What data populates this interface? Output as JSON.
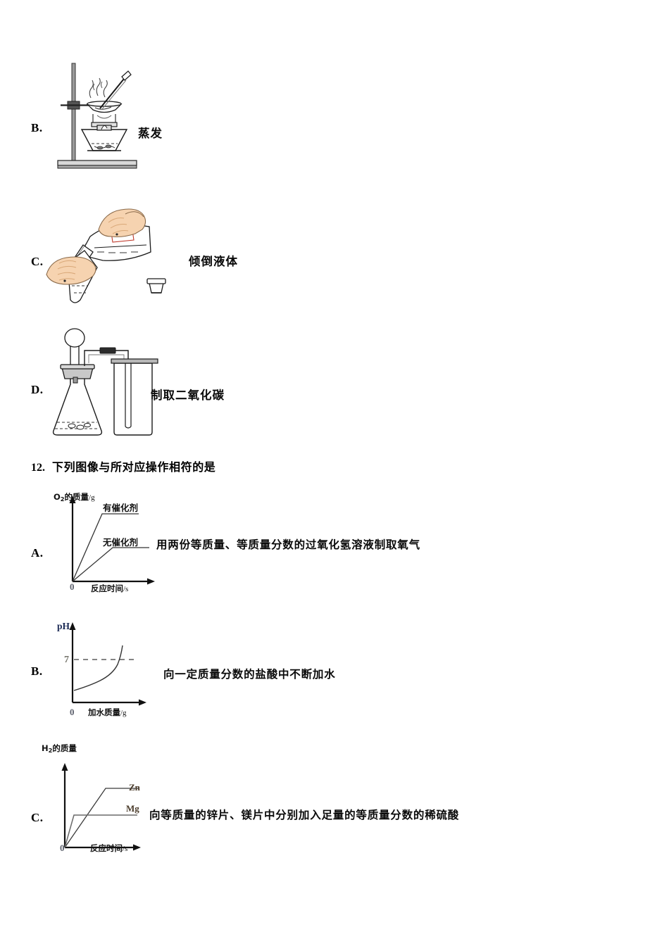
{
  "document": {
    "type": "chemistry-exam-page",
    "language": "zh-CN"
  },
  "apparatus_options": [
    {
      "letter": "B.",
      "caption": "蒸发",
      "icon": "evaporation-dish-on-stand-with-alcohol-lamp"
    },
    {
      "letter": "C.",
      "caption": "倾倒液体",
      "icon": "hands-pouring-liquid-into-test-tube"
    },
    {
      "letter": "D.",
      "caption": "制取二氧化碳",
      "icon": "kipp-generator-flask-and-gas-collection-bottle"
    }
  ],
  "question": {
    "number": "12.",
    "stem": "下列图像与所对应操作相符的是"
  },
  "graph_options": [
    {
      "letter": "A.",
      "description": "用两份等质量、等质量分数的过氧化氢溶液制取氧气"
    },
    {
      "letter": "B.",
      "description": "向一定质量分数的盐酸中不断加水"
    },
    {
      "letter": "C.",
      "description": "向等质量的锌片、镁片中分别加入足量的等质量分数的稀硫酸"
    }
  ],
  "chart_data": [
    {
      "id": "chart-a",
      "type": "line",
      "title": "",
      "ylabel": "O₂的质量/g",
      "xlabel": "反应时间/s",
      "origin_tick": "0",
      "grid": false,
      "legend": "inline-end-labels",
      "series": [
        {
          "name": "有催化剂",
          "points": [
            [
              0,
              0
            ],
            [
              22,
              72
            ],
            [
              60,
              72
            ]
          ],
          "plateau": 72,
          "rise_time": 22
        },
        {
          "name": "无催化剂",
          "points": [
            [
              0,
              0
            ],
            [
              38,
              36
            ],
            [
              72,
              36
            ]
          ],
          "plateau": 36,
          "rise_time": 38
        }
      ],
      "xlim": [
        0,
        100
      ],
      "ylim": [
        0,
        100
      ]
    },
    {
      "id": "chart-b",
      "type": "line",
      "title": "",
      "ylabel": "pH",
      "xlabel": "加水质量/g",
      "origin_tick": "0",
      "reference_line": {
        "value": "7",
        "style": "dashed",
        "y": 7
      },
      "grid": false,
      "series": [
        {
          "name": "盐酸加水稀释pH曲线",
          "points": [
            [
              0,
              2
            ],
            [
              10,
              2.6
            ],
            [
              25,
              3.2
            ],
            [
              45,
              4.0
            ],
            [
              60,
              5.0
            ],
            [
              70,
              6.4
            ],
            [
              76,
              8.2
            ]
          ],
          "shape": "asymptotic-rise-crossing-7"
        }
      ],
      "xlim": [
        0,
        100
      ],
      "ylim": [
        0,
        10
      ]
    },
    {
      "id": "chart-c",
      "type": "line",
      "title": "",
      "ylabel": "H₂的质量",
      "xlabel": "反应时间/s",
      "origin_tick": "0",
      "grid": false,
      "legend": "inline-end-labels",
      "series": [
        {
          "name": "Zn",
          "points": [
            [
              0,
              0
            ],
            [
              52,
              66
            ],
            [
              100,
              66
            ]
          ],
          "plateau": 66,
          "rise_time": 52
        },
        {
          "name": "Mg",
          "points": [
            [
              0,
              0
            ],
            [
              12,
              32
            ],
            [
              100,
              32
            ]
          ],
          "plateau": 32,
          "rise_time": 12
        }
      ],
      "xlim": [
        0,
        120
      ],
      "ylim": [
        0,
        100
      ]
    }
  ],
  "colors": {
    "ink": "#000000",
    "skin": "#f6d3b0",
    "skin_shadow": "#e8b88c",
    "glass_gray": "#8a8a8a",
    "dark_gray": "#4a4a4a",
    "tick_blue_gray": "#5b5f6b",
    "tick_olive": "#74736a",
    "sci_brown": "#4a3b2a"
  }
}
